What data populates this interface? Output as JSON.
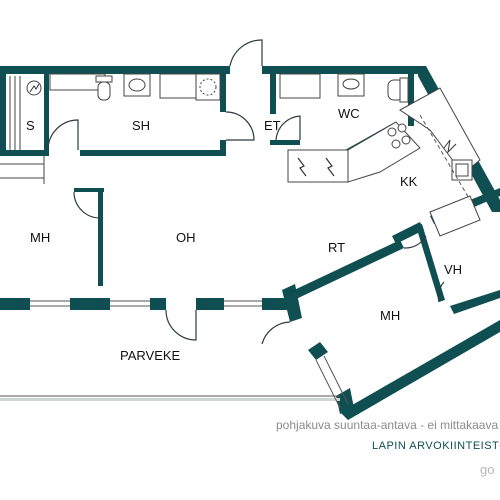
{
  "rooms": {
    "s": "S",
    "sh": "SH",
    "et": "ET",
    "wc": "WC",
    "kk": "KK",
    "mh_left": "MH",
    "oh": "OH",
    "rt": "RT",
    "vh": "VH",
    "mh_right": "MH",
    "parveke": "PARVEKE"
  },
  "caption": "pohjakuva suuntaa-antava - ei mittakaava",
  "agency": "LAPIN ARVOKIINTEISTÖT",
  "brand": "go",
  "colors": {
    "wall": "#0f4f52",
    "caption": "#8c8c8c"
  },
  "icons": [
    "shower-icon",
    "toilet-icon",
    "sink-icon",
    "sauna-stove-icon",
    "washing-machine-icon",
    "stove-icon",
    "fridge-icon"
  ]
}
